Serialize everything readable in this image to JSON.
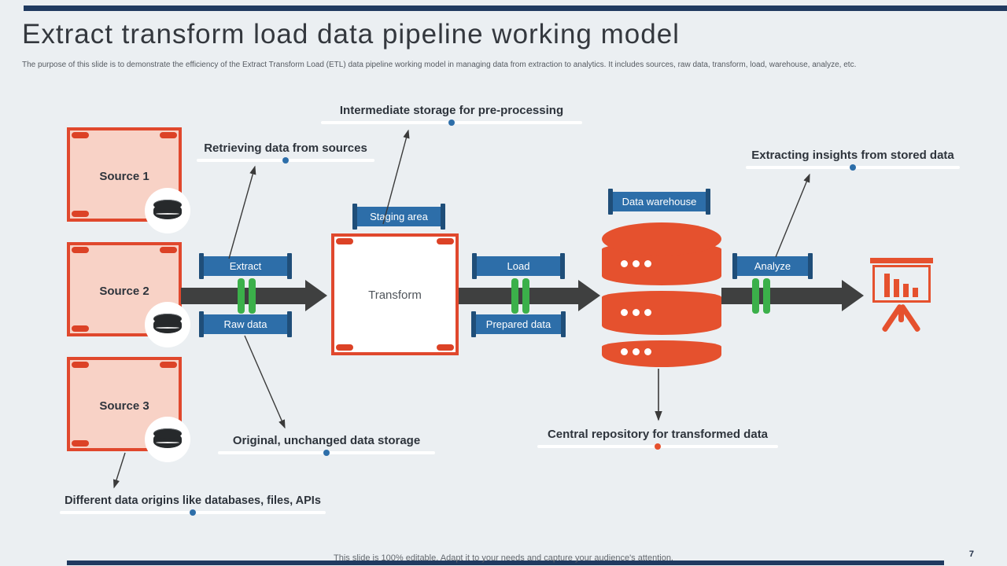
{
  "slide": {
    "title": "Extract transform load data pipeline working model",
    "subtitle": "The purpose of this slide is to demonstrate the efficiency of the Extract Transform Load (ETL) data pipeline working model in managing data from extraction to analytics. It includes sources, raw data, transform, load, warehouse, analyze, etc.",
    "footer": "This slide is 100% editable. Adapt it to your needs and capture your audience's attention.",
    "page_number": "7"
  },
  "sources": [
    {
      "label": "Source 1"
    },
    {
      "label": "Source 2"
    },
    {
      "label": "Source 3"
    }
  ],
  "stages": {
    "extract": "Extract",
    "raw_data": "Raw data",
    "staging_area": "Staging area",
    "transform": "Transform",
    "load": "Load",
    "prepared_data": "Prepared data",
    "data_warehouse": "Data warehouse",
    "analyze": "Analyze"
  },
  "annotations": {
    "retrieving": "Retrieving data from sources",
    "intermediate": "Intermediate storage for pre-processing",
    "extracting": "Extracting insights from stored data",
    "original": "Original, unchanged data storage",
    "central": "Central repository for transformed data",
    "origins": "Different data origins like databases, files, APIs"
  },
  "icons": [
    "database-icon",
    "presentation-chart-icon"
  ],
  "colors": {
    "background": "#EBEFF2",
    "accent_orange": "#E5512E",
    "salmon_fill": "#F8D2C6",
    "tag_blue": "#2D6EA9",
    "tag_cap_blue": "#1F4E79",
    "valve_green": "#3BB04A",
    "pipeline_dark": "#3F4040",
    "navy_bar": "#203A60"
  }
}
